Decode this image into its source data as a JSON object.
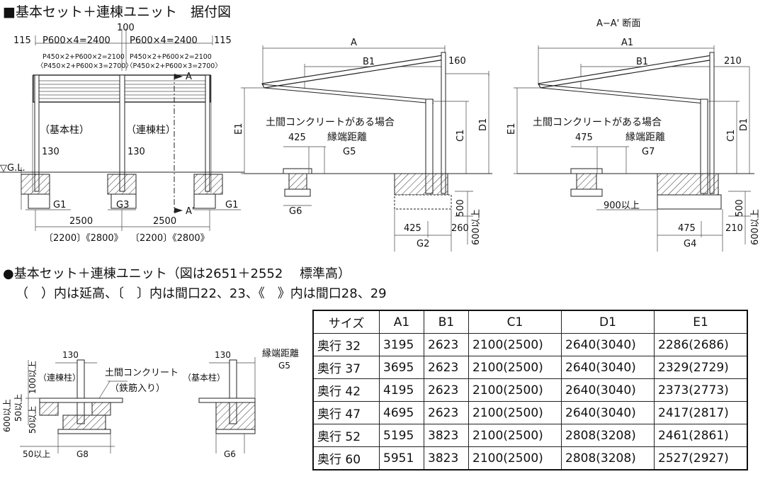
{
  "title": "■基本セット＋連棟ユニット　据付図",
  "front": {
    "top_dims": {
      "left_115": "115",
      "left_span": "P600×4=2400",
      "center_100": "100",
      "right_span": "P600×4=2400",
      "right_115": "115"
    },
    "sub_notes": {
      "left_1": "P450×2+P600×2=2100",
      "left_2": "〈P450×2+P600×3=2700〉",
      "right_1": "P450×2+P600×2=2100",
      "right_2": "〈P450×2+P600×3=2700〉"
    },
    "labels": {
      "basic_post": "（基本柱）",
      "linked_post": "（連棟柱）",
      "left_130": "130",
      "right_130": "130",
      "gl": "▽G.L.",
      "section_a": "A",
      "section_a_prime": "A'"
    },
    "bottom": {
      "g1_left": "G1",
      "g3": "G3",
      "g1_right": "G1",
      "w_left": "2500",
      "w_right": "2500",
      "note_left": "〔2200〕《2800》",
      "note_right": "〔2200〕《2800》"
    }
  },
  "side_mid": {
    "A": "A",
    "B1": "B1",
    "d160": "160",
    "E1": "E1",
    "C1": "C1",
    "D1": "D1",
    "note1": "土間コンクリートがある場合",
    "note2": "縁端距離",
    "d425": "425",
    "G5": "G5",
    "G6": "G6",
    "d500": "500",
    "d425b": "425",
    "d260": "260",
    "d600": "600以上",
    "G2": "G2"
  },
  "side_right": {
    "heading": "A−A' 断面",
    "A1": "A1",
    "B1": "B1",
    "d210": "210",
    "E1": "E1",
    "C1": "C1",
    "D1": "D1",
    "note1": "土間コンクリートがある場合",
    "note2": "縁端距離",
    "d475": "475",
    "G7": "G7",
    "d900": "900以上",
    "d500": "500",
    "d475b": "475",
    "d210b": "210",
    "d600": "600以上",
    "G4": "G4"
  },
  "caption": {
    "line1": "●基本セット＋連棟ユニット（図は2651＋2552　 標準高）",
    "line2": "（　）内は延高、〔　〕内は間口22、23、《　》内は間口28、29"
  },
  "detail_left": {
    "d130": "130",
    "linked_post": "（連棟柱）",
    "slab": "土間コンクリート",
    "rebar": "（鉄筋入り）",
    "d100": "100以上",
    "d50a": "50以上",
    "d600": "600以上",
    "d50b": "50以上",
    "d50c": "50以上",
    "G8": "G8"
  },
  "detail_right": {
    "d130": "130",
    "basic_post": "（基本柱）",
    "edge": "縁端距離",
    "G5": "G5",
    "G6": "G6"
  },
  "table": {
    "headers": [
      "サイズ",
      "A1",
      "B1",
      "C1",
      "D1",
      "E1"
    ],
    "rows": [
      [
        "奥行 32",
        "3195",
        "2623",
        "2100(2500)",
        "2640(3040)",
        "2286(2686)"
      ],
      [
        "奥行 37",
        "3695",
        "2623",
        "2100(2500)",
        "2640(3040)",
        "2329(2729)"
      ],
      [
        "奥行 42",
        "4195",
        "2623",
        "2100(2500)",
        "2640(3040)",
        "2373(2773)"
      ],
      [
        "奥行 47",
        "4695",
        "2623",
        "2100(2500)",
        "2640(3040)",
        "2417(2817)"
      ],
      [
        "奥行 52",
        "5195",
        "3823",
        "2100(2500)",
        "2808(3208)",
        "2461(2861)"
      ],
      [
        "奥行 60",
        "5951",
        "3823",
        "2100(2500)",
        "2808(3208)",
        "2527(2927)"
      ]
    ]
  }
}
